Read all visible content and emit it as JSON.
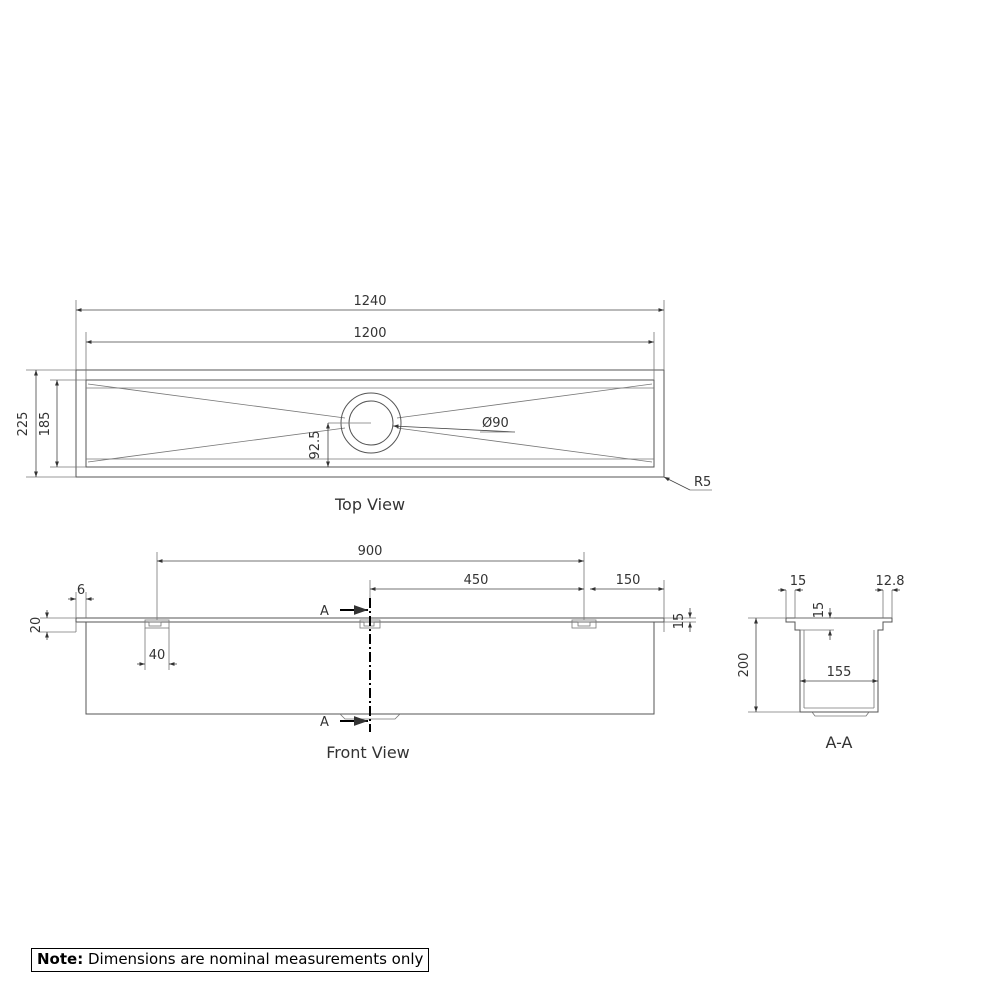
{
  "views": {
    "top": "Top View",
    "front": "Front View",
    "section": "A-A"
  },
  "dimensions": {
    "overall_length": "1240",
    "inner_length": "1200",
    "overall_width": "225",
    "inner_width": "185",
    "half_width": "92.5",
    "outlet_diameter": "Ø90",
    "corner_radius": "R5",
    "outlet_spacing": "900",
    "outlet_offset": "450",
    "end_offset": "150",
    "flange_thickness": "6",
    "flange_height": "20",
    "bracket_width": "40",
    "top_thickness": "15",
    "section_flange_left": "15",
    "section_flange_right": "12.8",
    "section_lip": "15",
    "section_depth": "200",
    "section_inner_width": "155"
  },
  "section_marker": {
    "top": "A",
    "bottom": "A"
  },
  "note": {
    "label": "Note:",
    "text": "Dimensions are nominal measurements only"
  }
}
